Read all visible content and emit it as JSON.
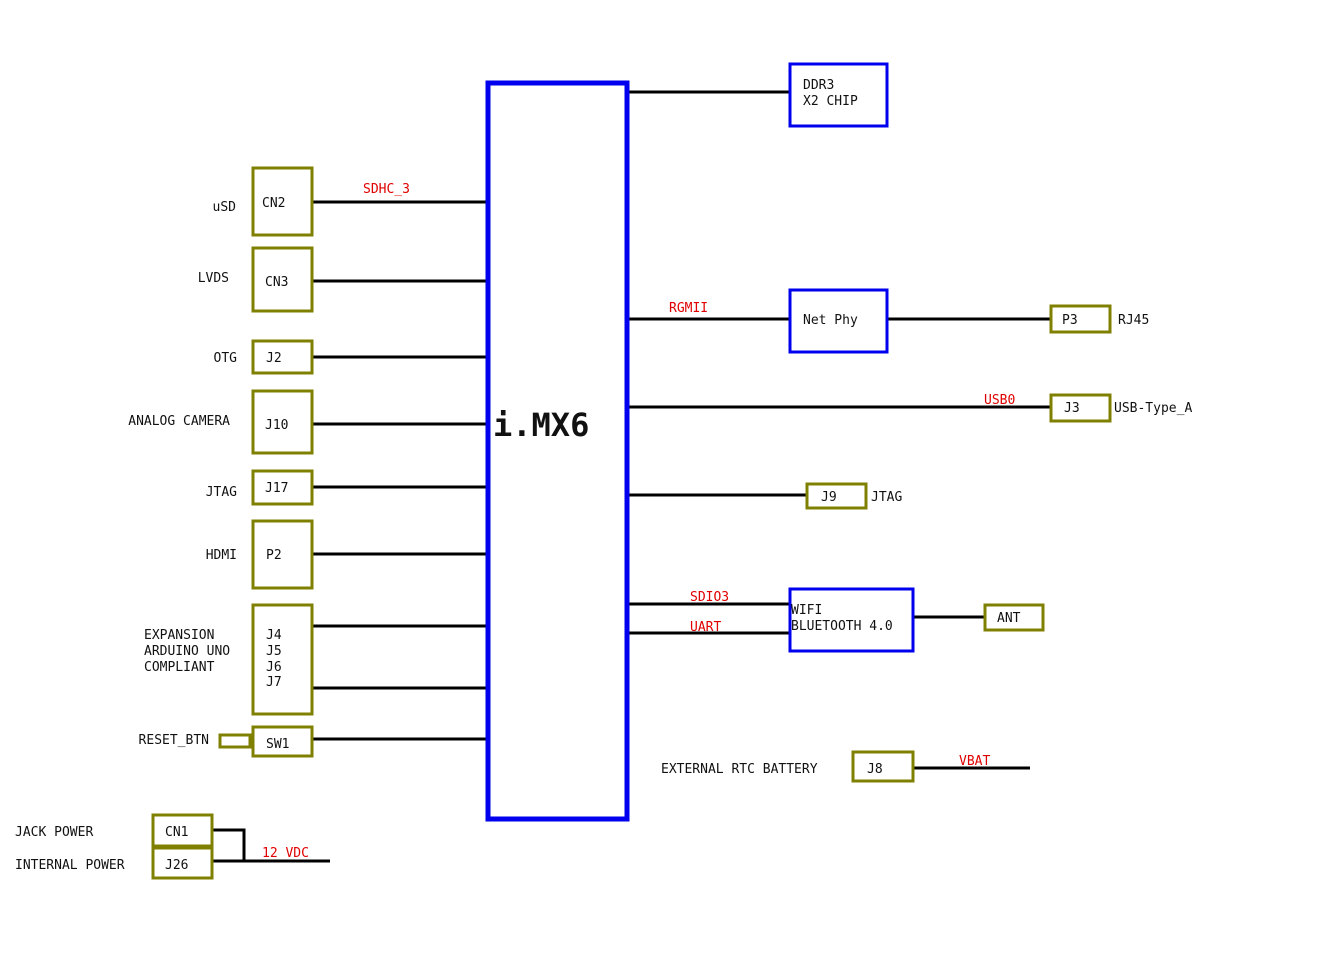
{
  "colors": {
    "connector": "#808000",
    "chip": "#0000ee",
    "signal": "#e00000",
    "wire": "#000000"
  },
  "cpu": {
    "label": "i.MX6"
  },
  "left": {
    "usd": {
      "name": "uSD",
      "ref": "CN2",
      "signal": "SDHC_3"
    },
    "lvds": {
      "name": "LVDS",
      "ref": "CN3"
    },
    "otg": {
      "name": "OTG",
      "ref": "J2"
    },
    "camera": {
      "name": "ANALOG CAMERA",
      "ref": "J10"
    },
    "jtag": {
      "name": "JTAG",
      "ref": "J17"
    },
    "hdmi": {
      "name": "HDMI",
      "ref": "P2"
    },
    "expansion": {
      "name_lines": [
        "EXPANSION",
        "ARDUINO UNO",
        "COMPLIANT"
      ],
      "refs": [
        "J4",
        "J5",
        "J6",
        "J7"
      ]
    },
    "reset": {
      "name": "RESET_BTN",
      "ref": "SW1"
    }
  },
  "power": {
    "jack": {
      "name": "JACK POWER",
      "ref": "CN1"
    },
    "internal": {
      "name": "INTERNAL POWER",
      "ref": "J26"
    },
    "signal": "12 VDC"
  },
  "right": {
    "ddr": {
      "lines": [
        "DDR3",
        "X2 CHIP"
      ]
    },
    "phy": {
      "name": "Net Phy",
      "signal": "RGMII",
      "ref": "P3",
      "port": "RJ45"
    },
    "usb": {
      "signal": "USB0",
      "ref": "J3",
      "port": "USB-Type_A"
    },
    "jtag": {
      "ref": "J9",
      "name": "JTAG"
    },
    "wifi": {
      "lines": [
        "WIFI",
        "BLUETOOTH 4.0"
      ],
      "signal1": "SDIO3",
      "signal2": "UART",
      "ant": "ANT"
    },
    "rtc": {
      "name": "EXTERNAL RTC BATTERY",
      "ref": "J8",
      "signal": "VBAT"
    }
  }
}
